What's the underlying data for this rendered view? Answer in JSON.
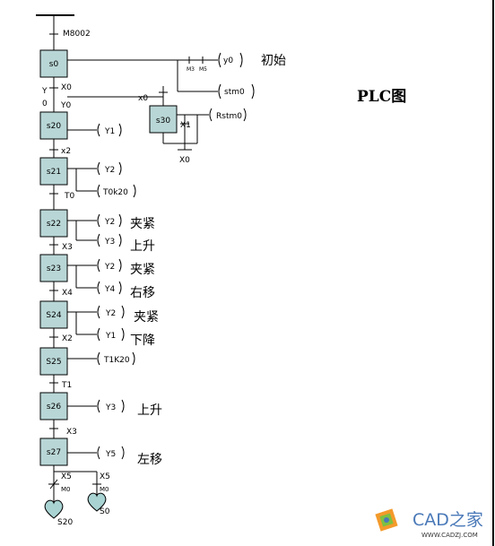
{
  "title": "PLC图",
  "top_contact": "M8002",
  "steps": {
    "s0": "s0",
    "s20": "s20",
    "s21": "s21",
    "s22": "s22",
    "s23": "s23",
    "s24": "S24",
    "s25": "S25",
    "s26": "s26",
    "s27": "s27",
    "s30": "s30"
  },
  "transitions": {
    "t_s0_left": "Y",
    "t_s0_left2": "0",
    "t_s0_right": "X0",
    "t_s0_right2": "Y0",
    "t_s20": "x2",
    "t_s21": "T0",
    "t_s22": "X3",
    "t_s23": "X4",
    "t_s24": "X2",
    "t_s25": "T1",
    "t_s26": "X3",
    "t_branch1": "X5",
    "t_branch2": "X5",
    "t_b1_m": "M0",
    "t_b2_m": "M0",
    "t_s30": "x0",
    "t_s30_x1": "X1",
    "t_s30_x0": "X0"
  },
  "contacts_s0": {
    "c1": "M3",
    "c2": "M5"
  },
  "coils": {
    "s0_y0": "y0",
    "s0_stm": "stm0",
    "s30_rstm": "Rstm0",
    "s20_y1": "Y1",
    "s21_y2": "Y2",
    "s21_t0": "T0k20",
    "s22_y2": "Y2",
    "s22_y3": "Y3",
    "s23_y2": "Y2",
    "s23_y4": "Y4",
    "s24_y2": "Y2",
    "s24_y1": "Y1",
    "s25_t1": "T1K20",
    "s26_y3": "Y3",
    "s27_y5": "Y5"
  },
  "notes": {
    "s0": "初始",
    "s22a": "夹紧",
    "s22b": "上升",
    "s23a": "夹紧",
    "s23b": "右移",
    "s24a": "夹紧",
    "s24b": "下降",
    "s26": "上升",
    "s27": "左移"
  },
  "jump_targets": {
    "j1": "S20",
    "j2": "S0"
  },
  "watermark": {
    "brand": "CAD之家",
    "url": "WWW.CADZJ.COM"
  },
  "colors": {
    "step_fill": "#b9d6d6",
    "heart_fill": "#a9d3d3",
    "brand": "#4a79b8"
  }
}
